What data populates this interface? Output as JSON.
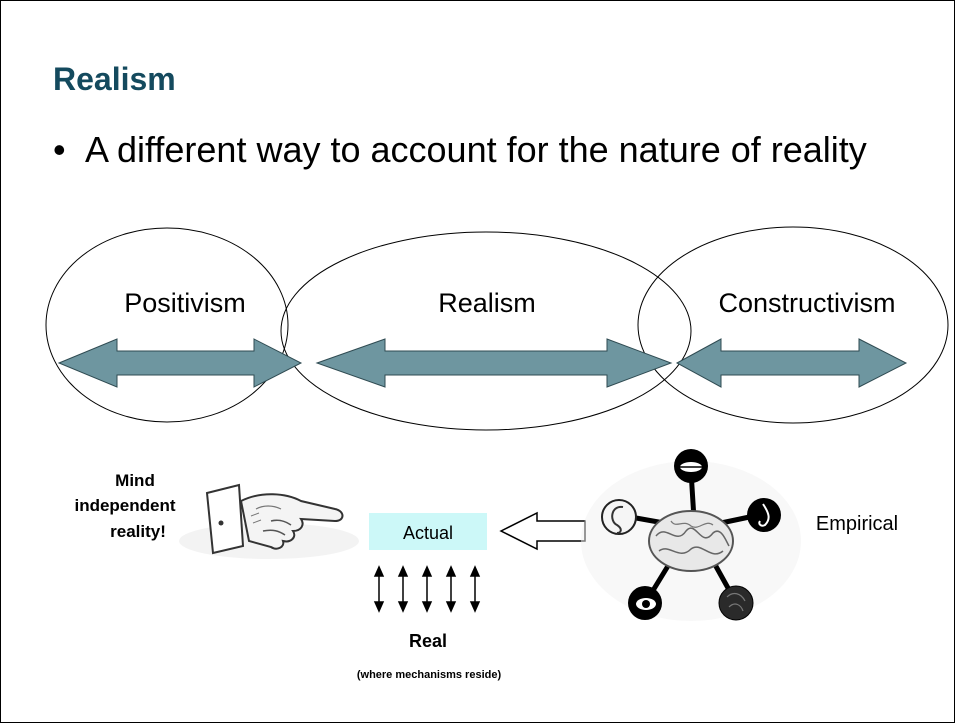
{
  "slide": {
    "title": "Realism",
    "bullet": "A different way to account for the nature of reality"
  },
  "diagram": {
    "circles": [
      {
        "label": "Positivism"
      },
      {
        "label": "Realism"
      },
      {
        "label": "Constructivism"
      }
    ],
    "arrow_color": "#6e96a0",
    "mind_label": [
      "Mind",
      "independent",
      "reality!"
    ],
    "actual_label": "Actual",
    "actual_box_color": "#ccf8f8",
    "real_label": "Real",
    "real_sub_label": "(where mechanisms reside)",
    "empirical_label": "Empirical",
    "vertical_arrow_count": 5
  }
}
